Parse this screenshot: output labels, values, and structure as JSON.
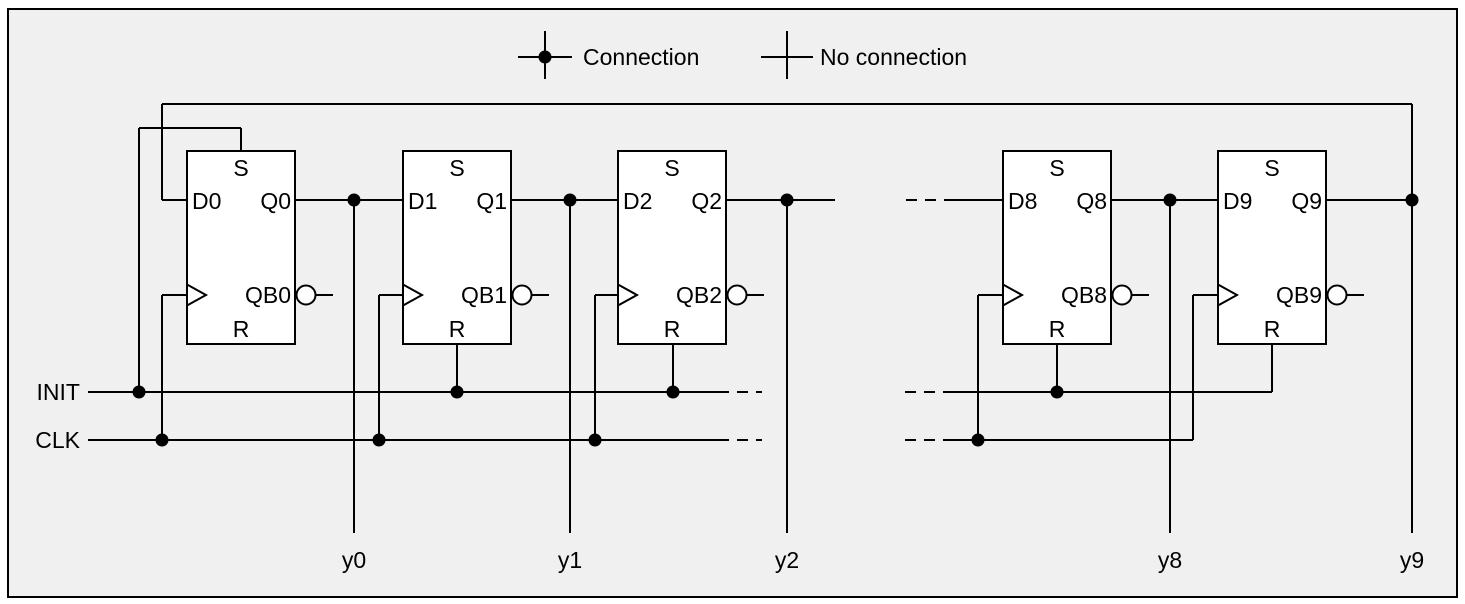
{
  "legend": {
    "connection_label": "Connection",
    "no_connection_label": "No connection"
  },
  "signal_inputs": {
    "init_label": "INIT",
    "clk_label": "CLK"
  },
  "flipflops": [
    {
      "set_label": "S",
      "d_label": "D0",
      "q_label": "Q0",
      "qb_label": "QB0",
      "reset_label": "R"
    },
    {
      "set_label": "S",
      "d_label": "D1",
      "q_label": "Q1",
      "qb_label": "QB1",
      "reset_label": "R"
    },
    {
      "set_label": "S",
      "d_label": "D2",
      "q_label": "Q2",
      "qb_label": "QB2",
      "reset_label": "R"
    },
    {
      "set_label": "S",
      "d_label": "D8",
      "q_label": "Q8",
      "qb_label": "QB8",
      "reset_label": "R"
    },
    {
      "set_label": "S",
      "d_label": "D9",
      "q_label": "Q9",
      "qb_label": "QB9",
      "reset_label": "R"
    }
  ],
  "output_labels": [
    "y0",
    "y1",
    "y2",
    "y8",
    "y9"
  ],
  "colors": {
    "background": "#f0f0f1",
    "line": "#000000",
    "box_fill": "#ffffff"
  }
}
